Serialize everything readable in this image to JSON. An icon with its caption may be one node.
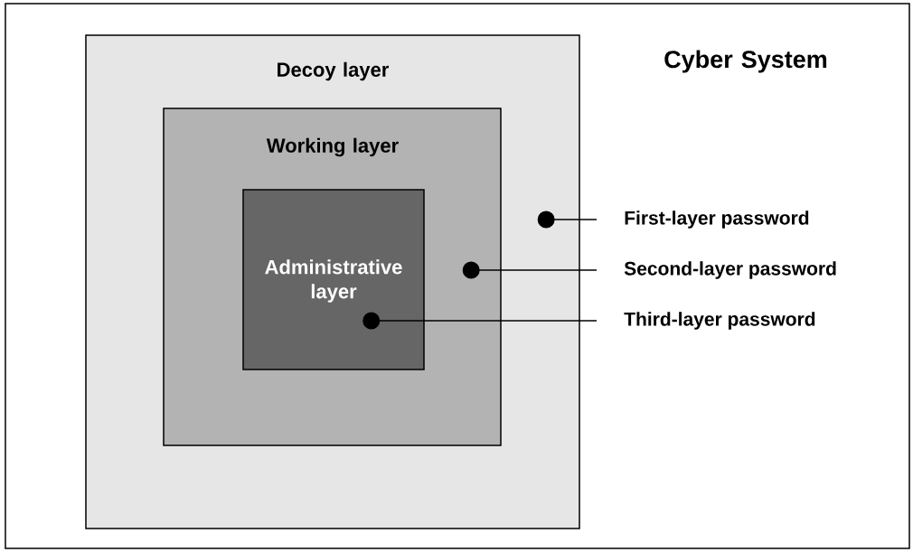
{
  "diagram": {
    "nodes": [
      {
        "text": [
          "Cyber System"
        ]
      },
      {
        "text": [
          "Decoy layer"
        ],
        "in": 0
      },
      {
        "text": [
          "Working layer"
        ],
        "in": 1
      },
      {
        "text": [
          "Administrative layer"
        ],
        "in": 2
      },
      {
        "text": [
          "First-layer password"
        ],
        "in": 0
      },
      {
        "text": [
          "Second-layer password"
        ],
        "in": 0
      },
      {
        "text": [
          "Third-layer password"
        ],
        "in": 0
      }
    ],
    "edges": [
      {
        "from": 4,
        "to": 1,
        "arrow": "other"
      },
      {
        "from": 5,
        "to": 2,
        "arrow": "other"
      },
      {
        "from": 6,
        "to": 3,
        "arrow": "other"
      }
    ]
  }
}
